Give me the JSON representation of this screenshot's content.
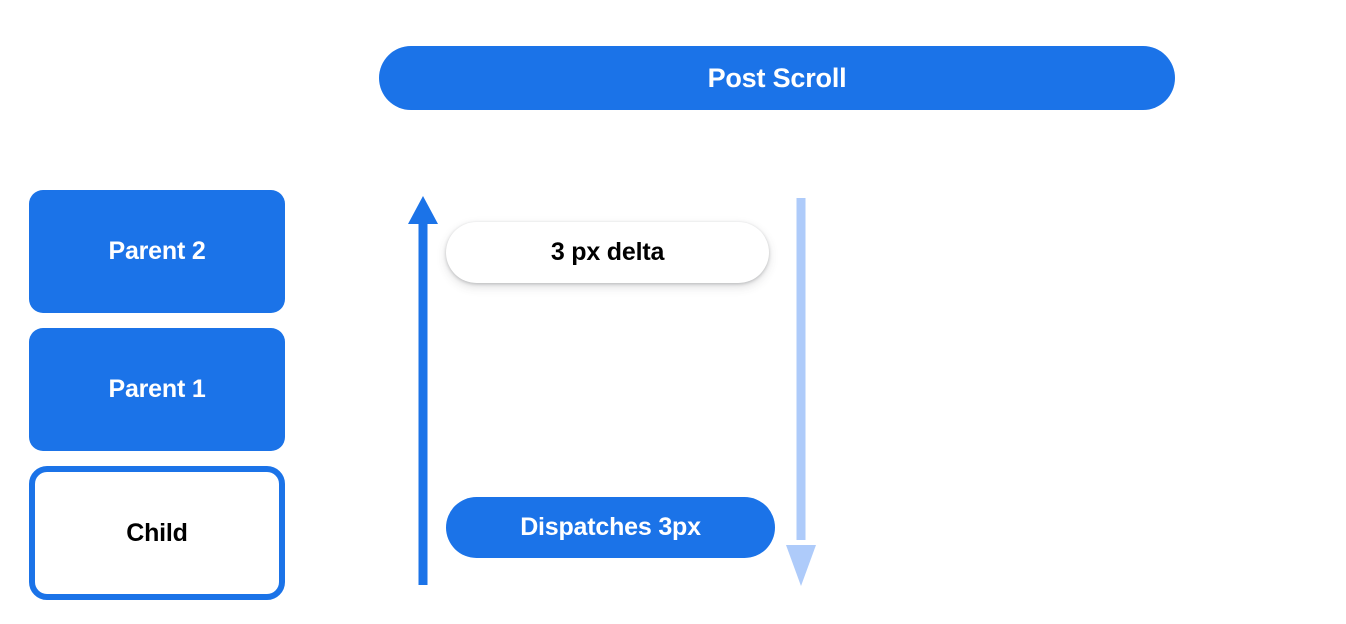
{
  "diagram": {
    "title": "Post Scroll",
    "colors": {
      "accent_blue": "#1b73e8",
      "light_blue": "#aecbfa",
      "white": "#ffffff",
      "black": "#000000"
    },
    "header": {
      "label": "Post Scroll"
    },
    "stack": {
      "nodes": [
        {
          "label": "Parent 2",
          "style": "filled"
        },
        {
          "label": "Parent 1",
          "style": "filled"
        },
        {
          "label": "Child",
          "style": "outlined"
        }
      ]
    },
    "annotations": [
      {
        "label": "3 px delta",
        "style": "white-pill"
      },
      {
        "label": "Dispatches 3px",
        "style": "blue-pill"
      }
    ],
    "arrows": [
      {
        "name": "up-arrow",
        "direction": "up",
        "color": "#1b73e8"
      },
      {
        "name": "down-arrow",
        "direction": "down",
        "color": "#aecbfa"
      }
    ]
  }
}
